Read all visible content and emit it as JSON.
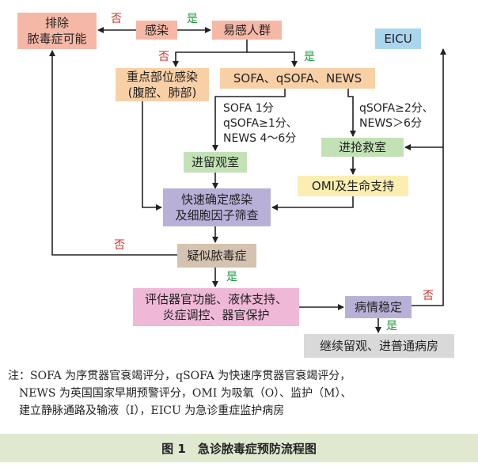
{
  "nodes": {
    "exclude": [
      "排除",
      "脓毒症可能"
    ],
    "infection": "感染",
    "susceptible": "易感人群",
    "key_site": [
      "重点部位感染",
      "(腹腔、肺部)"
    ],
    "scores": "SOFA、qSOFA、NEWS",
    "eicu": "EICU",
    "resus": "进抢救室",
    "observe": "进留观室",
    "omi": "OMI及生命支持",
    "confirm": [
      "快速确定感染",
      "及细胞因子筛查"
    ],
    "suspected": "疑似脓毒症",
    "assess": [
      "评估器官功能、液体支持、",
      "炎症调控、器官保护"
    ],
    "stable": "病情稳定",
    "continue": "继续留观、进普通病房"
  },
  "conditions": {
    "low": [
      "SOFA 1分",
      "qSOFA≥1分、",
      "NEWS 4～6分"
    ],
    "high": [
      "qSOFA≥2分、",
      "NEWS＞6分"
    ]
  },
  "labels": {
    "yes": "是",
    "no": "否"
  },
  "note": {
    "lines": [
      "注：SOFA 为序贯器官衰竭评分，qSOFA 为快速序贯器官衰竭评分，",
      "NEWS 为英国国家早期预警评分，OMI 为吸氧（O）、监护（M）、",
      "建立静脉通路及输液（I），EICU 为急诊重症监护病房"
    ]
  },
  "caption": "图 1　急诊脓毒症预防流程图"
}
